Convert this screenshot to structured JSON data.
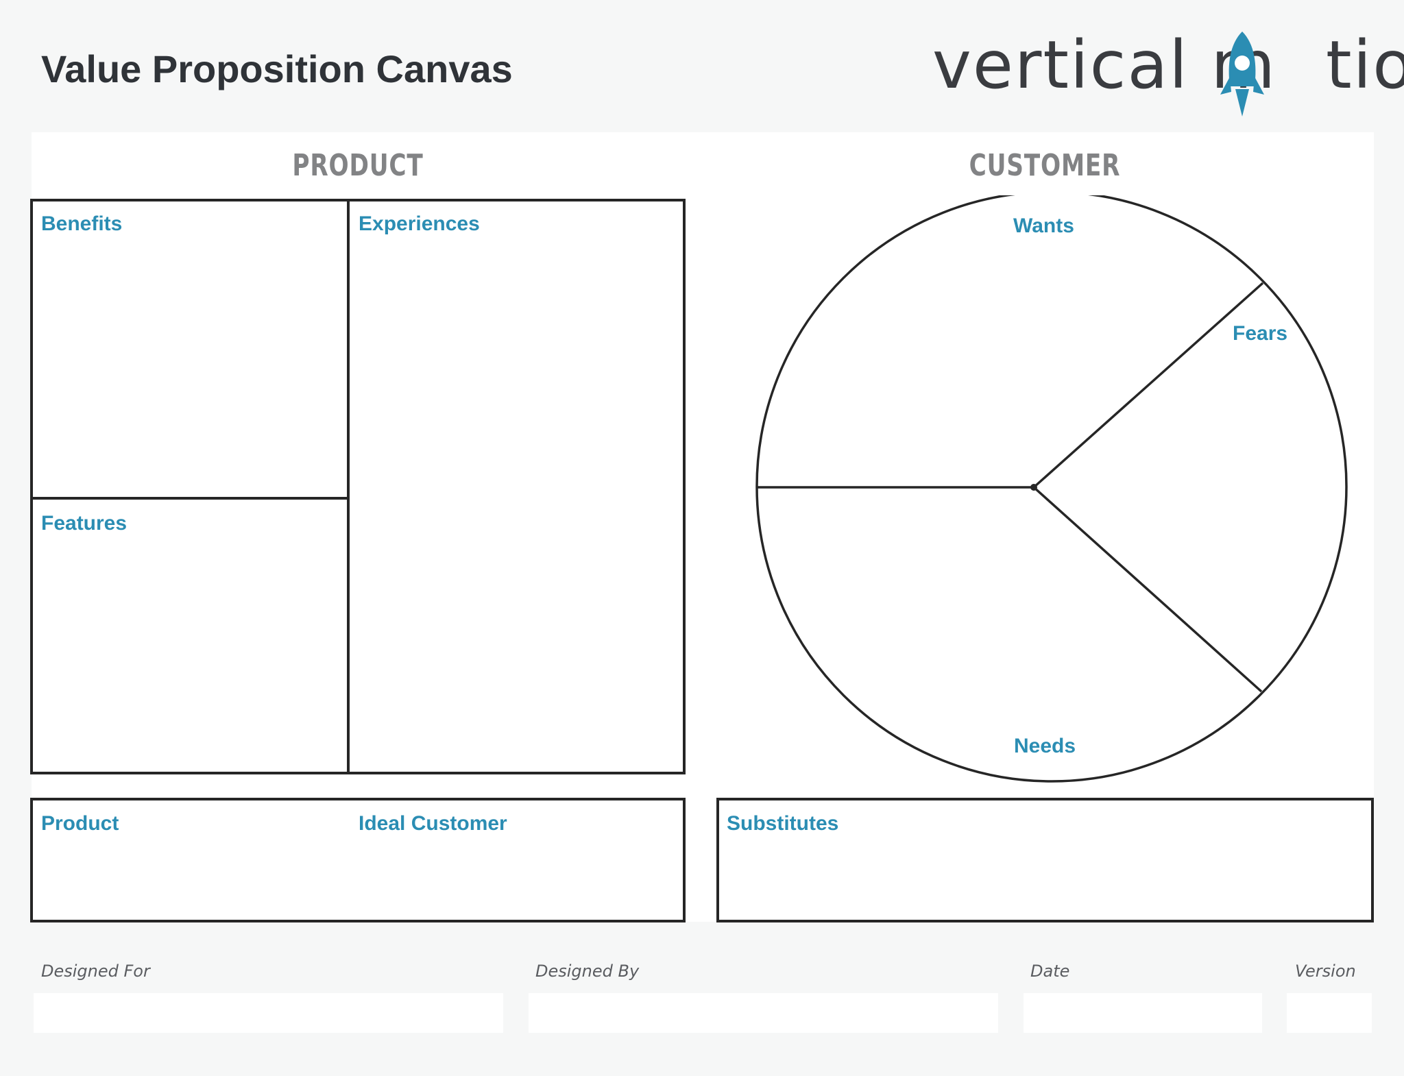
{
  "header": {
    "title": "Value Proposition Canvas",
    "logo_text_left": "vertical m",
    "logo_text_right": "tion",
    "logo_rocket_icon": "rocket-icon",
    "brand_color": "#2b8db3"
  },
  "product_section": {
    "heading": "PRODUCT",
    "benefits_label": "Benefits",
    "features_label": "Features",
    "experiences_label": "Experiences"
  },
  "customer_section": {
    "heading": "CUSTOMER",
    "wants_label": "Wants",
    "fears_label": "Fears",
    "needs_label": "Needs"
  },
  "bottom": {
    "product_label": "Product",
    "ideal_customer_label": "Ideal Customer",
    "substitutes_label": "Substitutes"
  },
  "footer": {
    "designed_for_label": "Designed For",
    "designed_by_label": "Designed By",
    "date_label": "Date",
    "version_label": "Version"
  }
}
